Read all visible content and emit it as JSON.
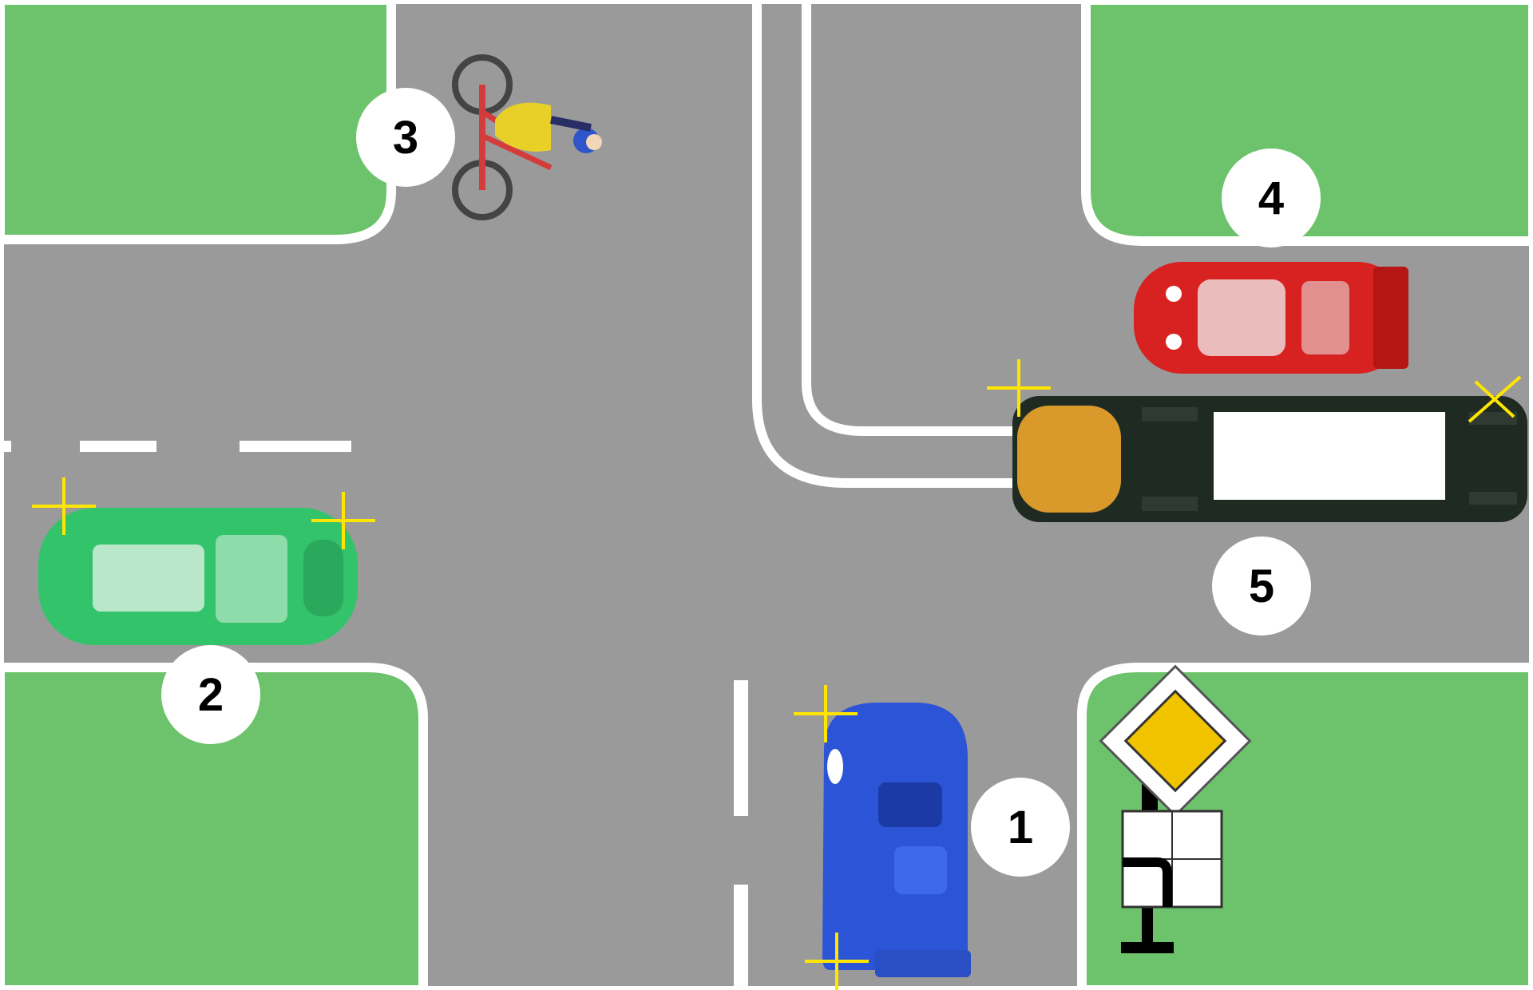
{
  "markers": {
    "m1": "1",
    "m2": "2",
    "m3": "3",
    "m4": "4",
    "m5": "5"
  },
  "colors": {
    "grass": "#6cc36c",
    "road": "#9a9a9a",
    "marking": "#ffffff",
    "car_1": "#2b54d6",
    "car_2": "#33c46b",
    "car_4": "#d82222",
    "bus_5": "#1f2a22",
    "bicycle": "#d43b3b",
    "turn_signal": "#ffe600",
    "sign_priority": "#f2c400"
  },
  "icons": [
    "blue-car-icon",
    "green-car-icon",
    "red-car-icon",
    "bus-icon",
    "cyclist-icon",
    "main-road-sign-icon",
    "main-road-direction-plate-icon",
    "turn-signal-icon"
  ]
}
